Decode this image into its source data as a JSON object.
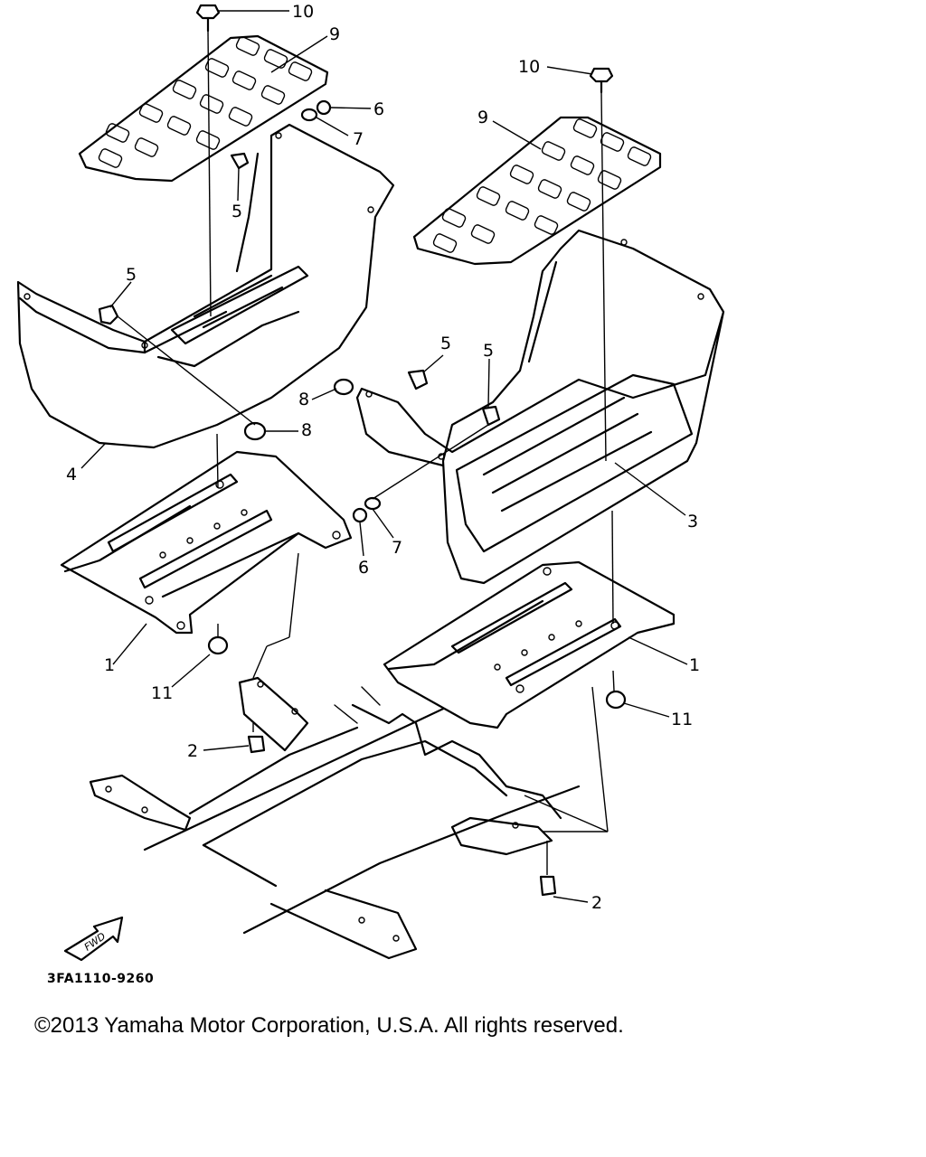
{
  "callouts": {
    "c1a": "1",
    "c1b": "1",
    "c2a": "2",
    "c2b": "2",
    "c3": "3",
    "c4": "4",
    "c5a": "5",
    "c5b": "5",
    "c5c": "5",
    "c5d": "5",
    "c6a": "6",
    "c6b": "6",
    "c7a": "7",
    "c7b": "7",
    "c8a": "8",
    "c8b": "8",
    "c9a": "9",
    "c9b": "9",
    "c10a": "10",
    "c10b": "10",
    "c11a": "11",
    "c11b": "11"
  },
  "fwd_label": "FWD",
  "drawing_code": "3FA1110-9260",
  "copyright": "©2013 Yamaha Motor Corporation, U.S.A. All rights reserved."
}
